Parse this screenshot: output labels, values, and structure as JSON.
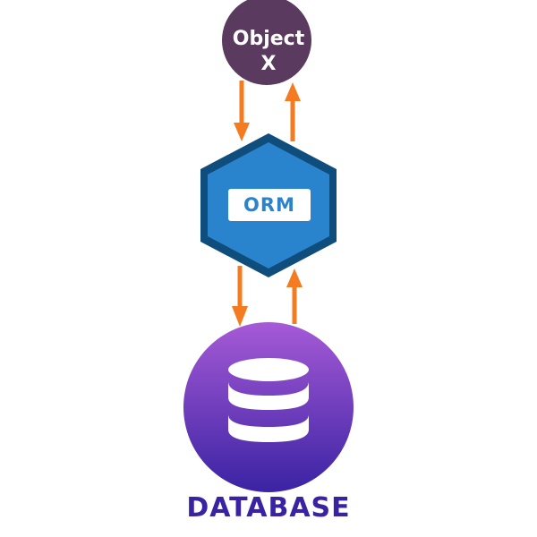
{
  "object_node": {
    "line1": "Object",
    "line2": "X",
    "color": "#5a3a5e"
  },
  "orm_node": {
    "label": "ORM",
    "fill_color": "#2a84cd",
    "border_color": "#0f4e7c"
  },
  "database_node": {
    "label": "DATABASE",
    "gradient_top": "#a65ad6",
    "gradient_bottom": "#3a23a3",
    "icon": "database-icon"
  },
  "arrow_color": "#f47b20"
}
